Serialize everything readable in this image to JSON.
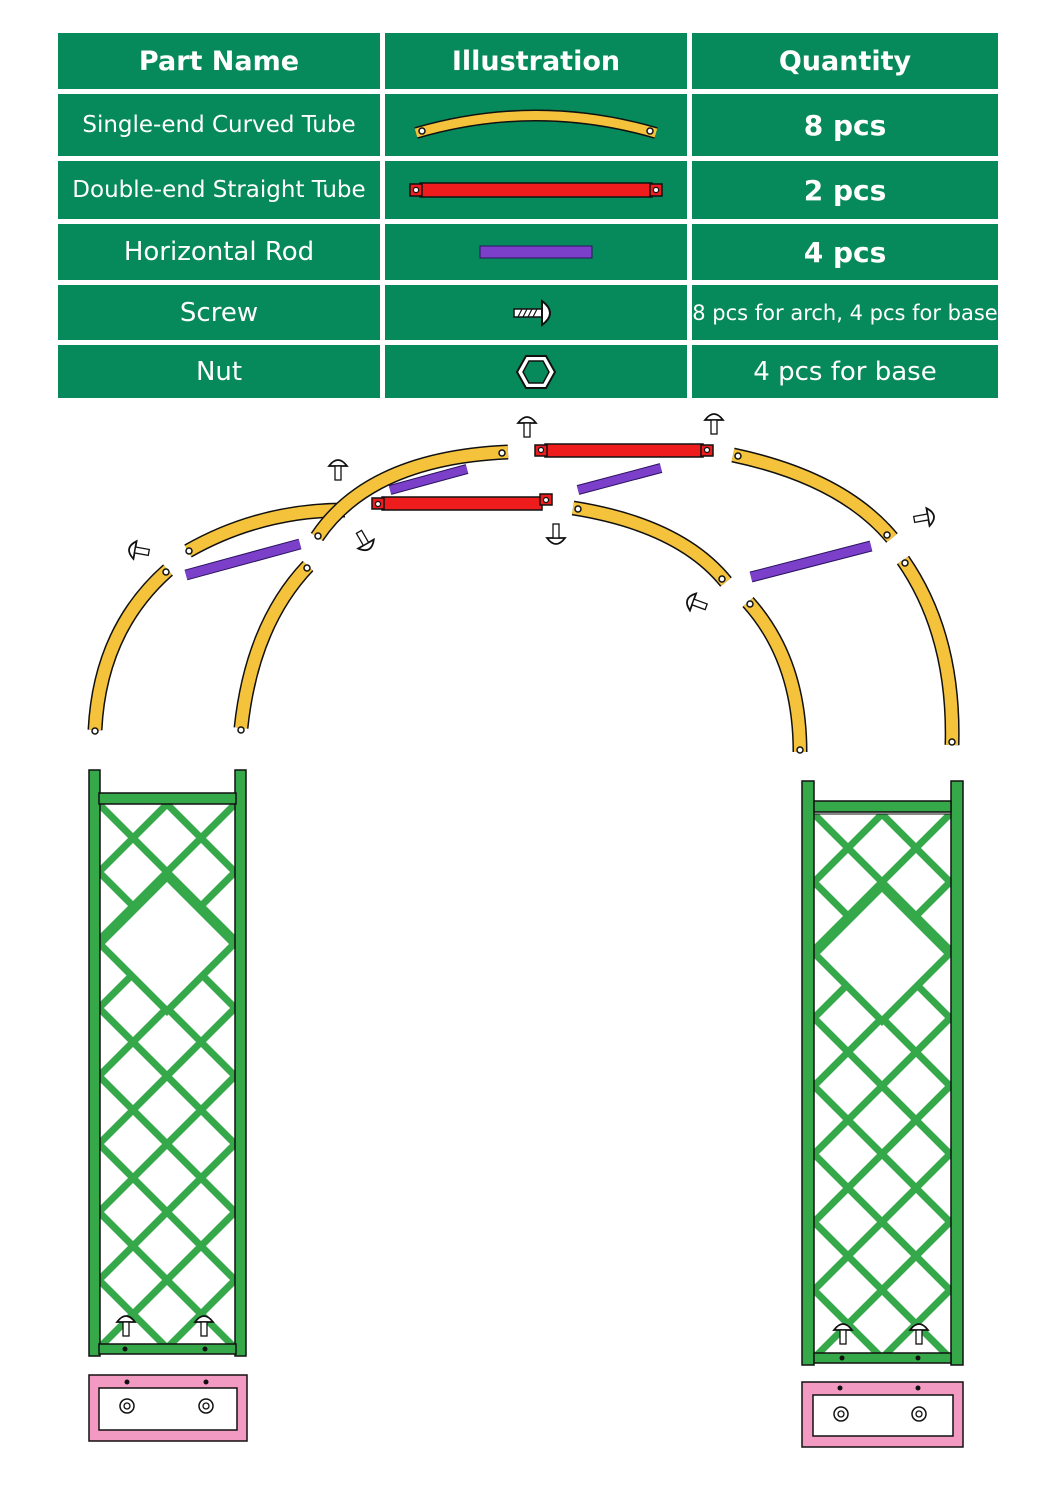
{
  "table": {
    "headers": {
      "part_name": "Part  Name",
      "illustration": "Illustration",
      "quantity": "Quantity"
    },
    "rows": [
      {
        "name": "Single-end Curved Tube",
        "icon": "curved-tube-icon",
        "quantity": "8 pcs"
      },
      {
        "name": "Double-end Straight Tube",
        "icon": "straight-tube-icon",
        "quantity": "2 pcs"
      },
      {
        "name": "Horizontal Rod",
        "icon": "horizontal-rod-icon",
        "quantity": "4 pcs"
      },
      {
        "name": "Screw",
        "icon": "screw-icon",
        "quantity": "8 pcs for arch, 4 pcs for base"
      },
      {
        "name": "Nut",
        "icon": "nut-icon",
        "quantity": "4 pcs for base"
      }
    ]
  },
  "colors": {
    "table_green": "#078a5b",
    "curved_tube": "#f5c33b",
    "straight_tube": "#ee1c1c",
    "horizontal_rod": "#7b3fc9",
    "trellis_panel": "#35a84a",
    "base": "#f39ac3"
  }
}
